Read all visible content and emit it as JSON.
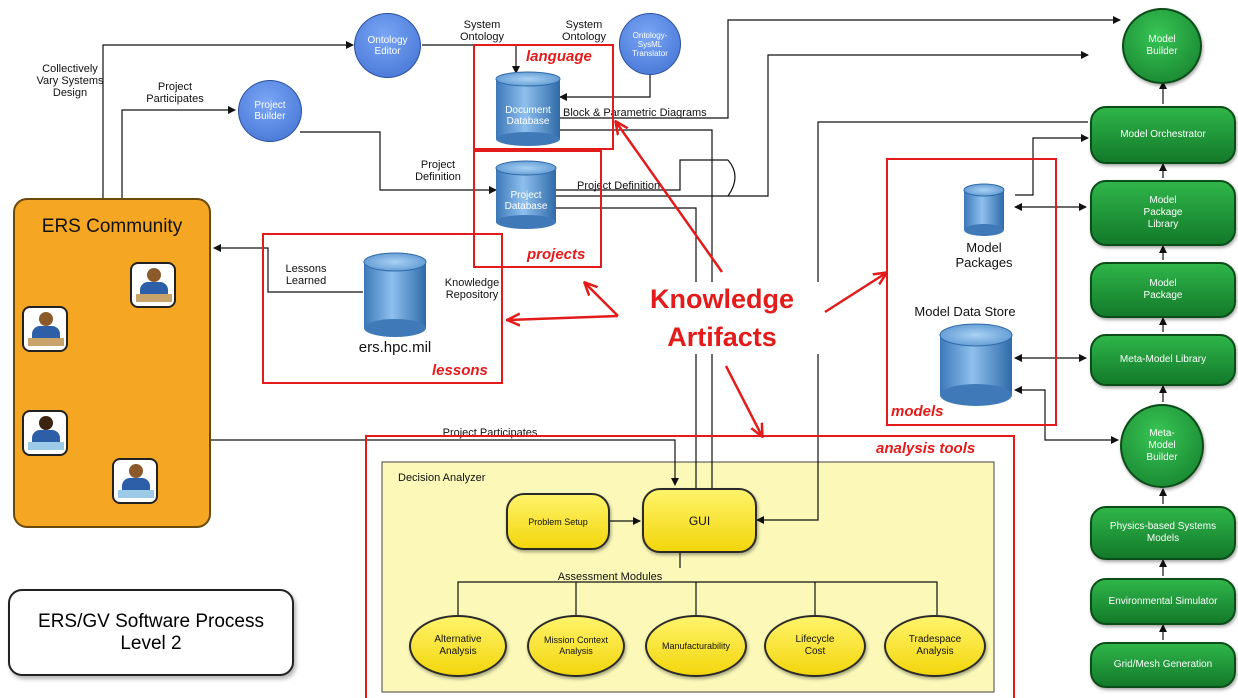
{
  "ers_community": {
    "title": "ERS Community"
  },
  "process_box": {
    "line1": "ERS/GV Software Process",
    "line2": "Level 2"
  },
  "blue_nodes": {
    "ontology_editor": "Ontology\nEditor",
    "project_builder": "Project\nBuilder",
    "translator": "Ontology-\nSysML\nTranslator"
  },
  "databases": {
    "document": "Document\nDatabase",
    "project": "Project\nDatabase",
    "ers_hpc": "ers.hpc.mil",
    "model_packages": "Model\nPackages",
    "model_data_store": "Model Data Store"
  },
  "edge_labels": {
    "collectively": "Collectively\nVary Systems\nDesign",
    "project_participates_top": "Project\nParticipates",
    "system_ontology_1": "System\nOntology",
    "system_ontology_2": "System\nOntology",
    "block_parametric": "Block & Parametric Diagrams",
    "project_definition_left": "Project\nDefinition",
    "project_definition_right": "Project Definition",
    "lessons_learned": "Lessons\nLearned",
    "knowledge_repository": "Knowledge\nRepository",
    "project_participates_bottom": "Project Participates",
    "assessment_modules": "Assessment Modules"
  },
  "knowledge_artifacts": {
    "line1": "Knowledge",
    "line2": "Artifacts"
  },
  "region_labels": {
    "language": "language",
    "projects": "projects",
    "lessons": "lessons",
    "models": "models",
    "analysis_tools": "analysis tools"
  },
  "decision_analyzer": {
    "title": "Decision Analyzer",
    "problem_setup": "Problem Setup",
    "gui": "GUI",
    "modules": [
      "Alternative\nAnalysis",
      "Mission Context\nAnalysis",
      "Manufacturability",
      "Lifecycle\nCost",
      "Tradespace\nAnalysis"
    ]
  },
  "green_column": {
    "model_builder": "Model\nBuilder",
    "model_orchestrator": "Model Orchestrator",
    "model_package_library": "Model\nPackage\nLibrary",
    "model_package": "Model\nPackage",
    "meta_model_library": "Meta-Model Library",
    "meta_model_builder": "Meta-\nModel\nBuilder",
    "physics_models": "Physics-based Systems\nModels",
    "environmental_simulator": "Environmental Simulator",
    "grid_mesh": "Grid/Mesh Generation"
  },
  "colors": {
    "red": "#e41b1b",
    "orange": "#f5a623",
    "yellow_panel": "#fbf8b8",
    "green": "#1a8c33",
    "blue": "#4a7de0"
  }
}
